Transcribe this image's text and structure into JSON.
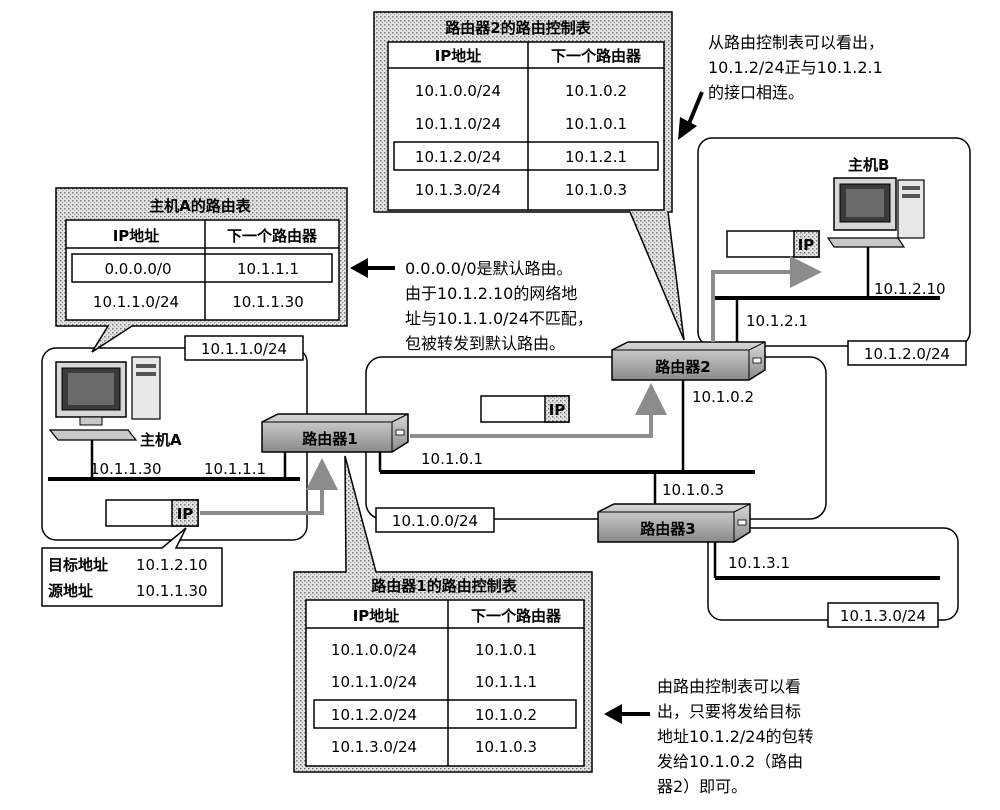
{
  "router2_table": {
    "title": "路由器2的路由控制表",
    "col1": "IP地址",
    "col2": "下一个路由器",
    "rows": [
      {
        "dest": "10.1.0.0/24",
        "next": "10.1.0.2"
      },
      {
        "dest": "10.1.1.0/24",
        "next": "10.1.0.1"
      },
      {
        "dest": "10.1.2.0/24",
        "next": "10.1.2.1"
      },
      {
        "dest": "10.1.3.0/24",
        "next": "10.1.0.3"
      }
    ]
  },
  "hostA_table": {
    "title": "主机A的路由表",
    "col1": "IP地址",
    "col2": "下一个路由器",
    "rows": [
      {
        "dest": "0.0.0.0/0",
        "next": "10.1.1.1"
      },
      {
        "dest": "10.1.1.0/24",
        "next": "10.1.1.30"
      }
    ]
  },
  "router1_table": {
    "title": "路由器1的路由控制表",
    "col1": "IP地址",
    "col2": "下一个路由器",
    "rows": [
      {
        "dest": "10.1.0.0/24",
        "next": "10.1.0.1"
      },
      {
        "dest": "10.1.1.0/24",
        "next": "10.1.1.1"
      },
      {
        "dest": "10.1.2.0/24",
        "next": "10.1.0.2"
      },
      {
        "dest": "10.1.3.0/24",
        "next": "10.1.0.3"
      }
    ]
  },
  "annotations": {
    "top_right": [
      "从路由控制表可以看出，",
      "10.1.2/24正与10.1.2.1",
      "的接口相连。"
    ],
    "middle": [
      "0.0.0.0/0是默认路由。",
      "由于10.1.2.10的网络地",
      "址与10.1.1.0/24不匹配，",
      "包被转发到默认路由。"
    ],
    "bottom_right": [
      "由路由控制表可以看",
      "出，只要将发给目标",
      "地址10.1.2/24的包转",
      "发给10.1.0.2（路由",
      "器2）即可。"
    ]
  },
  "nodes": {
    "hostA": "主机A",
    "hostB": "主机B",
    "router1": "路由器1",
    "router2": "路由器2",
    "router3": "路由器3",
    "packet": "IP"
  },
  "addresses": {
    "hostA_ip": "10.1.1.30",
    "r1_net1": "10.1.1.1",
    "r1_net0": "10.1.0.1",
    "r2_net0": "10.1.0.2",
    "r2_net2": "10.1.2.1",
    "r3_net0": "10.1.0.3",
    "r3_net3": "10.1.3.1",
    "hostB_ip": "10.1.2.10"
  },
  "networks": {
    "net1": "10.1.1.0/24",
    "net0": "10.1.0.0/24",
    "net2": "10.1.2.0/24",
    "net3": "10.1.3.0/24"
  },
  "packet_info": {
    "dst_label": "目标地址",
    "dst_value": "10.1.2.10",
    "src_label": "源地址",
    "src_value": "10.1.1.30"
  }
}
